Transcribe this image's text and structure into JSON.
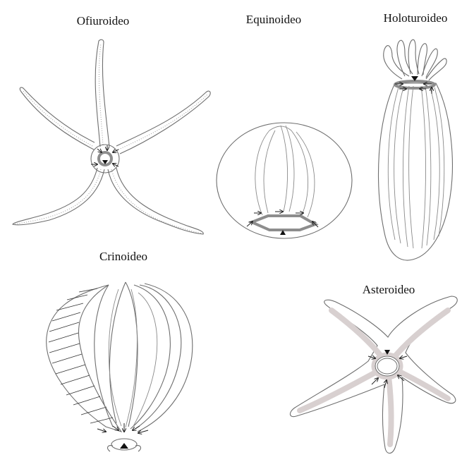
{
  "labels": {
    "ofiuroideo": "Ofiuroideo",
    "equinoideo": "Equinoideo",
    "holoturoideo": "Holoturoideo",
    "crinoideo": "Crinoideo",
    "asteroideo": "Asteroideo"
  },
  "colors": {
    "outline": "#6e6e6e",
    "ring": "#8d8d8d",
    "canal": "#d8d0d0",
    "arrow": "#222222"
  }
}
